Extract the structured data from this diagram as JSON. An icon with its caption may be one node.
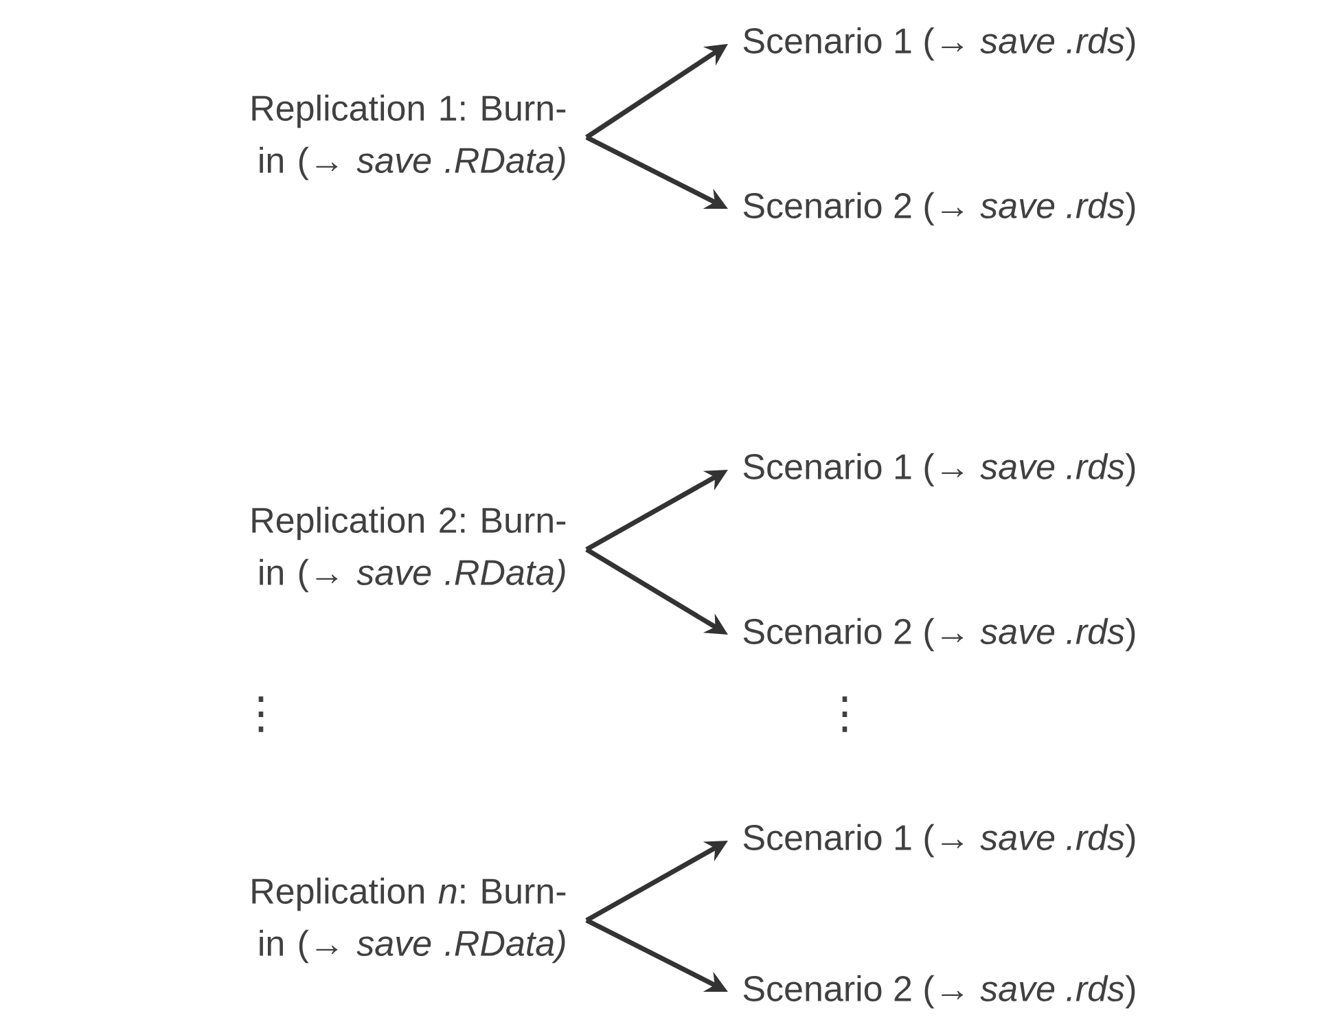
{
  "diagram": {
    "nodes": [
      {
        "text": [
          "Replication 1: Burn-in (→ *save .RData)*"
        ]
      },
      {
        "text": [
          "Scenario 1 (→ *save .rds*)"
        ]
      },
      {
        "text": [
          "Scenario 2 (→ *save .rds*)"
        ]
      },
      {
        "text": [
          "Replication 2: Burn-in (→ *save .RData)*"
        ]
      },
      {
        "text": [
          "Scenario 1 (→ *save .rds*)"
        ]
      },
      {
        "text": [
          "Scenario 2 (→ *save .rds*)"
        ]
      },
      {
        "text": [
          "Replication *n*: Burn-in (→ *save .RData)*"
        ]
      },
      {
        "text": [
          "Scenario 1 (→ *save .rds*)"
        ]
      },
      {
        "text": [
          "Scenario 2 (→ *save .rds*)"
        ]
      }
    ],
    "edges": [
      {
        "from": 0,
        "to": 1,
        "arrow": "to"
      },
      {
        "from": 0,
        "to": 2,
        "arrow": "to"
      },
      {
        "from": 3,
        "to": 4,
        "arrow": "to"
      },
      {
        "from": 3,
        "to": 5,
        "arrow": "to"
      },
      {
        "from": 6,
        "to": 7,
        "arrow": "to"
      },
      {
        "from": 6,
        "to": 8,
        "arrow": "to"
      }
    ],
    "labels": [
      "⋮",
      "⋮"
    ]
  }
}
